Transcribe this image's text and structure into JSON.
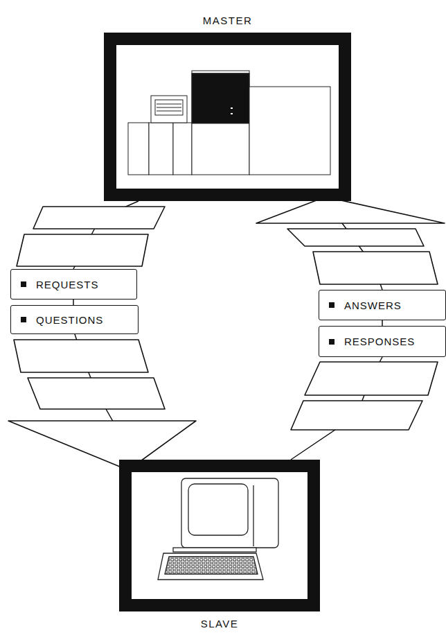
{
  "diagram": {
    "nodes": [
      {
        "text": [
          "MASTER"
        ]
      },
      {
        "text": [
          "REQUESTS"
        ]
      },
      {
        "text": [
          "QUESTIONS"
        ]
      },
      {
        "text": [
          "ANSWERS"
        ]
      },
      {
        "text": [
          "RESPONSES"
        ]
      },
      {
        "text": [
          "SLAVE"
        ]
      }
    ],
    "edges": [
      {
        "from": 0,
        "to": 1,
        "arrow": "none"
      },
      {
        "from": 1,
        "to": 2,
        "arrow": "none"
      },
      {
        "from": 2,
        "to": 5,
        "arrow": "to"
      },
      {
        "from": 5,
        "to": 4,
        "arrow": "none"
      },
      {
        "from": 4,
        "to": 3,
        "arrow": "none"
      },
      {
        "from": 3,
        "to": 0,
        "arrow": "to"
      }
    ]
  }
}
